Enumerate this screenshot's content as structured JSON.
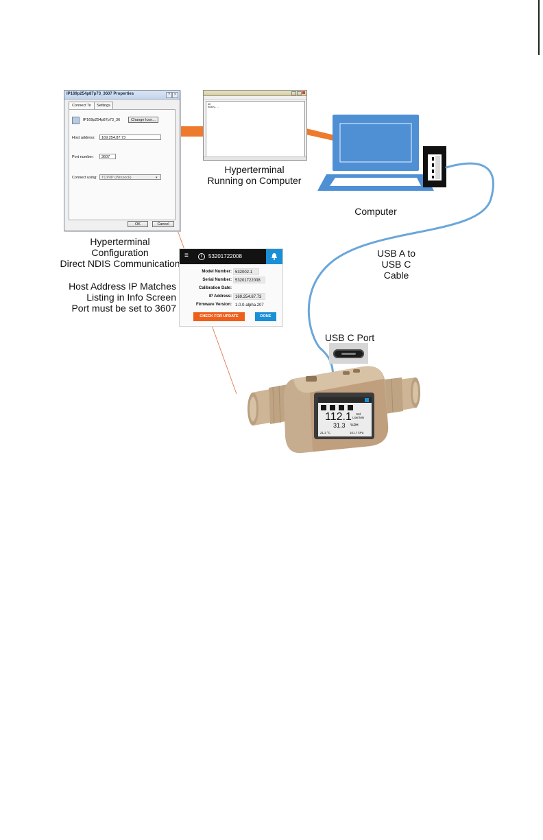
{
  "properties_dialog": {
    "title": "IP169p254p87p73_3607 Properties",
    "tabs": [
      "Connect To",
      "Settings"
    ],
    "connection_name": "IP169p254p87p73_36",
    "change_icon_label": "Change Icon...",
    "host_address_label": "Host address:",
    "host_address_value": "169.254.87.73",
    "port_number_label": "Port number:",
    "port_number_value": "3607",
    "connect_using_label": "Connect using:",
    "connect_using_value": "TCP/IP (Winsock)",
    "ok_label": "OK",
    "cancel_label": "Cancel"
  },
  "hyperterminal_window": {
    "content_lines": [
      "OK",
      "Ready..."
    ]
  },
  "captions": {
    "hyperterminal_running": [
      "Hyperterminal",
      "Running on Computer"
    ],
    "computer": "Computer",
    "hyperterminal_config": [
      "Hyperterminal",
      "Configuration",
      "Direct NDIS Communication"
    ],
    "host_address_note": [
      "Host Address IP Matches",
      "Listing in Info Screen",
      "Port must be set to 3607"
    ],
    "cable": [
      "USB A to",
      "USB C",
      "Cable"
    ],
    "usb_c_port": "USB C Port"
  },
  "info_screen": {
    "header_title": "53201722008",
    "rows": [
      {
        "label": "Model Number:",
        "value": "532002.1"
      },
      {
        "label": "Serial Number:",
        "value": "53201722008"
      },
      {
        "label": "Calibration Date:",
        "value": ""
      },
      {
        "label": "IP Address:",
        "value": "169.254.87.73"
      },
      {
        "label": "Firmware Version:",
        "value": "1.0.0-alpha.207"
      }
    ],
    "check_update_label": "CHECK FOR UPDATE",
    "done_label": "DONE"
  },
  "device_display": {
    "flow_value": "112.1",
    "flow_unit": "Std\nLiter/Min",
    "rh_value": "31.3",
    "rh_unit": "%RH",
    "temp_reading": "21.3 °C",
    "pressure_reading": "101.7 kPa"
  },
  "colors": {
    "arrow_orange": "#ee7a2e",
    "laptop_blue": "#4f8fd4",
    "cable_blue": "#6aa6da",
    "info_accent_blue": "#1a8fd6",
    "update_button_orange": "#ee5f1c",
    "device_body": "#c7ad8f",
    "pointer_line": "#e07a50"
  },
  "icons": [
    "hamburger-menu-icon",
    "info-icon",
    "bell-icon",
    "usb-a-port-icon",
    "laptop-icon"
  ]
}
